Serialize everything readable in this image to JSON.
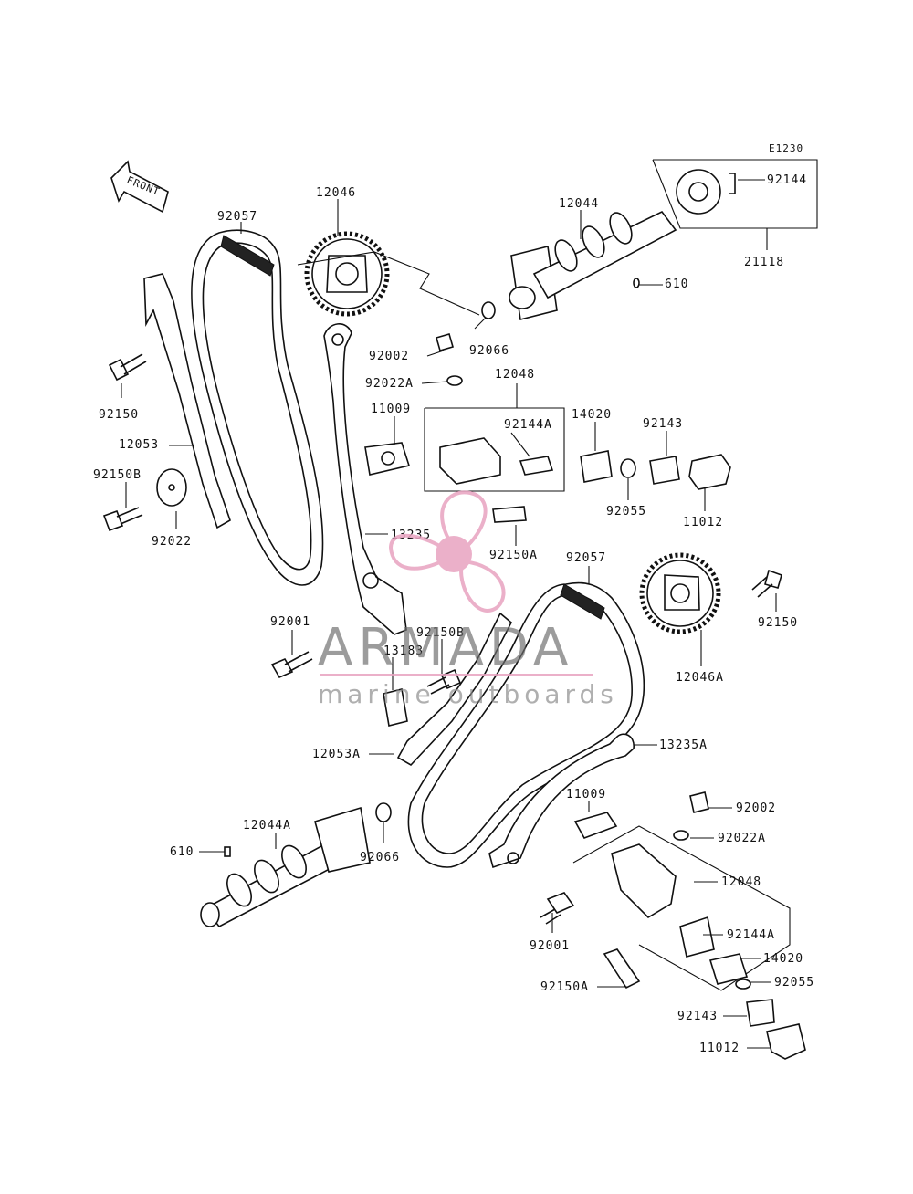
{
  "diagram": {
    "code": "E1230",
    "front_label": "FRONT",
    "labels": {
      "p12046": "12046",
      "p92057_top": "92057",
      "p12044": "12044",
      "p92144": "92144",
      "p21118": "21118",
      "p610_top": "610",
      "p92002_top": "92002",
      "p92066_top": "92066",
      "p92022A_top": "92022A",
      "p12048_top": "12048",
      "p11009_top": "11009",
      "p92144A_top": "92144A",
      "p14020_top": "14020",
      "p92143_top": "92143",
      "p92150_left": "92150",
      "p12053": "12053",
      "p92150B_left": "92150B",
      "p92022": "92022",
      "p92055_top": "92055",
      "p11012_top": "11012",
      "p13235": "13235",
      "p92150A_top": "92150A",
      "p92057_mid": "92057",
      "p92150_right": "92150",
      "p92001_left": "92001",
      "p92150B_mid": "92150B",
      "p13183": "13183",
      "p12046A": "12046A",
      "p12053A": "12053A",
      "p13235A": "13235A",
      "p11009_bot": "11009",
      "p92002_bot": "92002",
      "p12044A": "12044A",
      "p610_bot": "610",
      "p92066_bot": "92066",
      "p92022A_bot": "92022A",
      "p12048_bot": "12048",
      "p92001_bot": "92001",
      "p92144A_bot": "92144A",
      "p14020_bot": "14020",
      "p92150A_bot": "92150A",
      "p92055_bot": "92055",
      "p92143_bot": "92143",
      "p11012_bot": "11012"
    }
  },
  "watermark": {
    "brand": "ARMADA",
    "tagline": "marine outboards",
    "accent_color": "#e8a3c0"
  }
}
